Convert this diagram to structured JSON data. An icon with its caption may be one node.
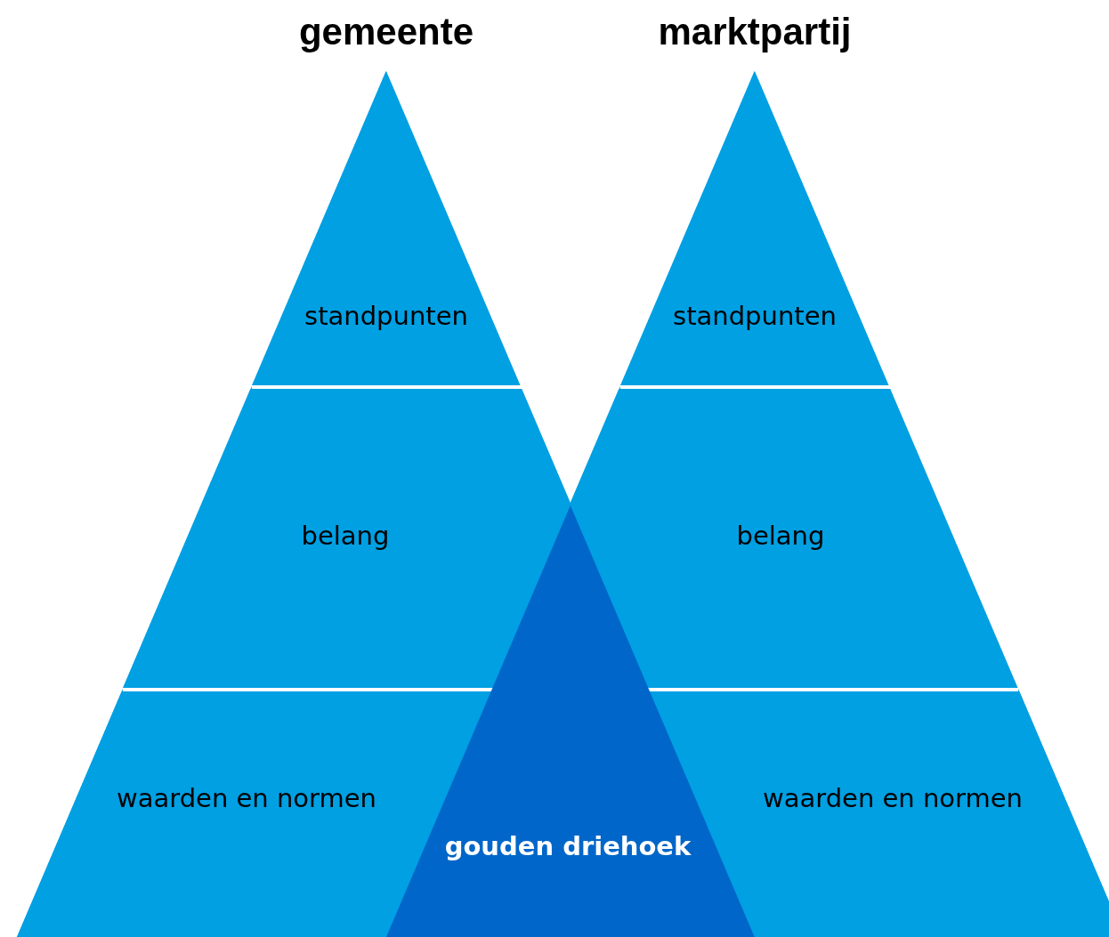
{
  "diagram": {
    "nodes": [
      {
        "text": [
          "gemeente"
        ]
      },
      {
        "text": [
          "standpunten"
        ],
        "in": 0
      },
      {
        "text": [
          "belang"
        ],
        "in": 0
      },
      {
        "text": [
          "waarden en normen"
        ],
        "in": 0
      },
      {
        "text": [
          "marktpartij"
        ]
      },
      {
        "text": [
          "standpunten"
        ],
        "in": 4
      },
      {
        "text": [
          "belang"
        ],
        "in": 4
      },
      {
        "text": [
          "waarden en normen"
        ],
        "in": 4
      },
      {
        "text": [
          "gouden driehoek"
        ]
      }
    ]
  }
}
